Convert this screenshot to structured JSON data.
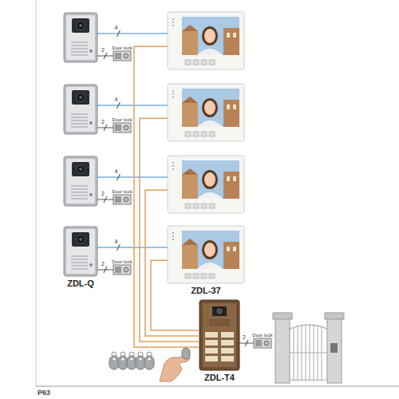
{
  "diagram": {
    "nodes": [
      {
        "text": []
      },
      {
        "text": []
      },
      {
        "text": []
      },
      {
        "text": [
          "ZDL-Q"
        ]
      },
      {
        "text": [
          "Door lock"
        ]
      },
      {
        "text": [
          "Door lock"
        ]
      },
      {
        "text": [
          "Door lock"
        ]
      },
      {
        "text": [
          "Door lock"
        ]
      },
      {
        "text": []
      },
      {
        "text": []
      },
      {
        "text": []
      },
      {
        "text": [
          "ZDL-37"
        ]
      },
      {
        "text": [
          "ZDL-T4"
        ]
      },
      {
        "text": [
          "Door lock"
        ]
      }
    ],
    "edges": [
      {
        "from": 0,
        "to": 8,
        "label": "4",
        "arrow": "none"
      },
      {
        "from": 1,
        "to": 9,
        "label": "4",
        "arrow": "none"
      },
      {
        "from": 2,
        "to": 10,
        "label": "4",
        "arrow": "none"
      },
      {
        "from": 3,
        "to": 11,
        "label": "4",
        "arrow": "none"
      },
      {
        "from": 0,
        "to": 4,
        "label": "2",
        "arrow": "none"
      },
      {
        "from": 1,
        "to": 5,
        "label": "2",
        "arrow": "none"
      },
      {
        "from": 2,
        "to": 6,
        "label": "2",
        "arrow": "none"
      },
      {
        "from": 3,
        "to": 7,
        "label": "2",
        "arrow": "none"
      },
      {
        "from": 8,
        "to": 12,
        "arrow": "none"
      },
      {
        "from": 9,
        "to": 12,
        "arrow": "none"
      },
      {
        "from": 10,
        "to": 12,
        "arrow": "none"
      },
      {
        "from": 11,
        "to": 12,
        "arrow": "none"
      },
      {
        "from": 12,
        "to": 13,
        "label": "2",
        "arrow": "none"
      }
    ],
    "labels": [
      "P63"
    ]
  }
}
